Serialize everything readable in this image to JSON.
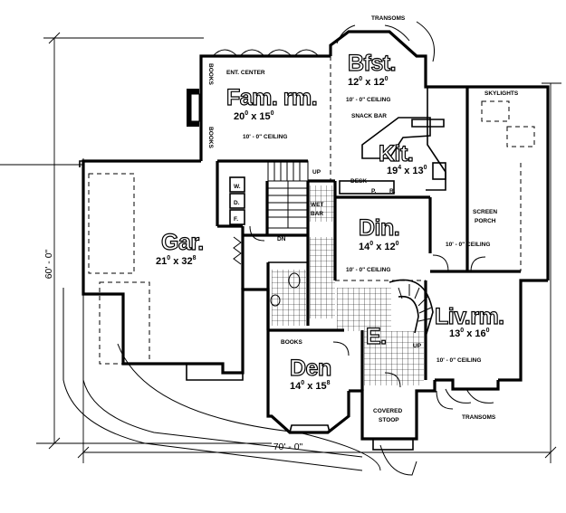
{
  "plan": {
    "rooms": {
      "fam": {
        "name": "Fam. rm.",
        "w": "20",
        "wi": "0",
        "d": "15",
        "di": "0",
        "ceiling": "10' - 0\" CEILING"
      },
      "bfst": {
        "name": "Bfst.",
        "w": "12",
        "wi": "0",
        "d": "12",
        "di": "0",
        "ceiling": "10' - 0\" CEILING"
      },
      "kit": {
        "name": "Kit.",
        "w": "19",
        "wi": "4",
        "d": "13",
        "di": "0"
      },
      "din": {
        "name": "Din.",
        "w": "14",
        "wi": "0",
        "d": "12",
        "di": "0",
        "ceiling": "10' - 0\" CEILING"
      },
      "gar": {
        "name": "Gar.",
        "w": "21",
        "wi": "0",
        "d": "32",
        "di": "8"
      },
      "liv": {
        "name": "Liv.rm.",
        "w": "13",
        "wi": "0",
        "d": "16",
        "di": "0",
        "ceiling": "10' - 0\" CEILING"
      },
      "den": {
        "name": "Den",
        "w": "14",
        "wi": "0",
        "d": "15",
        "di": "8"
      },
      "entry": {
        "name": "E."
      },
      "porch": {
        "line1": "SCREEN",
        "line2": "PORCH",
        "ceiling": "10' - 0\" CEILING"
      }
    },
    "labels": {
      "transoms_top": "TRANSOMS",
      "transoms_bottom": "TRANSOMS",
      "skylights": "SKYLIGHTS",
      "ent_center": "ENT. CENTER",
      "books_fam_1": "BOOKS",
      "books_fam_2": "BOOKS",
      "books_den": "BOOKS",
      "snack_bar": "SNACK BAR",
      "desk": "DESK",
      "p": "P.",
      "r": "R.",
      "up_fam": "UP",
      "up_entry": "UP",
      "dn": "DN",
      "wet": "WET",
      "bar": "BAR",
      "w": "W.",
      "d": "D.",
      "f": "F.",
      "covered": "COVERED",
      "stoop": "STOOP"
    },
    "dimensions": {
      "width": "70' - 0\"",
      "depth": "60' - 0\""
    }
  }
}
